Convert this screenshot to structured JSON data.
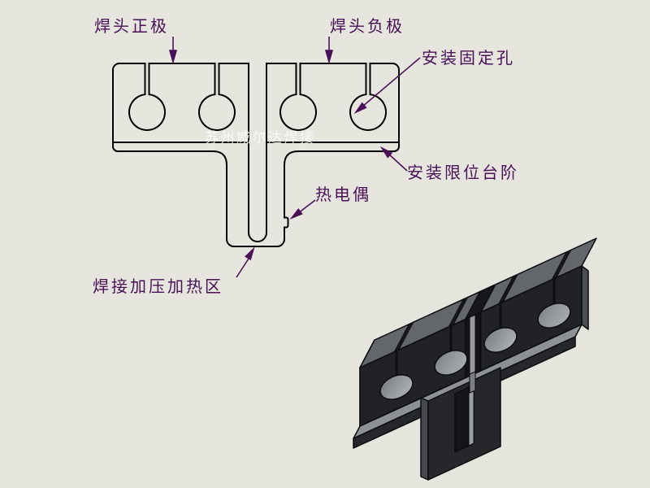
{
  "canvas": {
    "background_color": "#e6e5de"
  },
  "drawing": {
    "line_color": "#000000",
    "annotation_color": "#4a1158",
    "callouts": {
      "positive_electrode": "焊头正极",
      "negative_electrode": "焊头负极",
      "fixing_hole": "安装固定孔",
      "limit_step": "安装限位台阶",
      "thermocouple": "热电偶",
      "heating_zone": "焊接加压加热区"
    },
    "watermark": "苏州威尔达焊接"
  },
  "render_3d": {
    "body_color": "#212226",
    "top_face_color": "#63666b",
    "side_face_color": "#3f4146",
    "flange_color": "#8d9095",
    "hole_color": "#9b9ea3"
  }
}
